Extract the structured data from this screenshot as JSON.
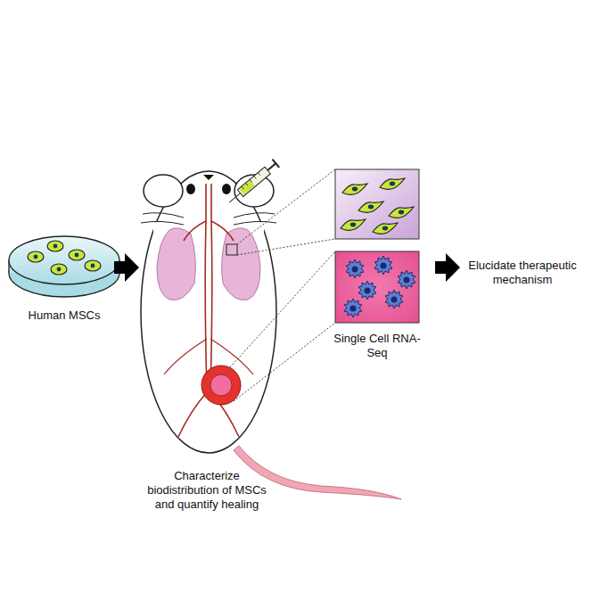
{
  "diagram": {
    "labels": [
      "Human MSCs",
      "Characterize biodistribution of MSCs and quantify healing",
      "Single Cell RNA-Seq",
      "Elucidate therapeutic mechanism"
    ]
  }
}
